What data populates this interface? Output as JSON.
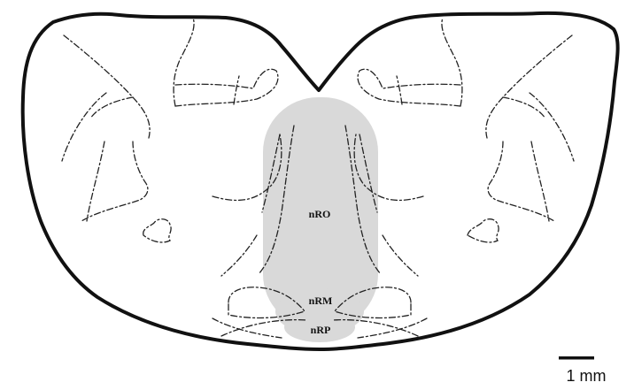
{
  "labels": {
    "region_nro": "nRO",
    "region_nrm": "nRM",
    "region_nrp": "nRP",
    "scale_bar": "1 mm"
  },
  "colors": {
    "region_fill": "#d9d9d9",
    "outline": "#111111",
    "tracts": "#222222"
  }
}
